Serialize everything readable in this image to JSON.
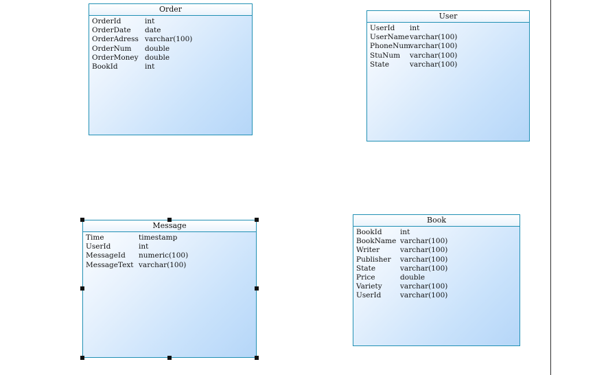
{
  "entities": {
    "order": {
      "name": "Order",
      "attributes": [
        {
          "name": "OrderId",
          "type": "int"
        },
        {
          "name": "OrderDate",
          "type": "date"
        },
        {
          "name": "OrderAdress",
          "type": "varchar(100)"
        },
        {
          "name": "OrderNum",
          "type": "double"
        },
        {
          "name": "OrderMoney",
          "type": "double"
        },
        {
          "name": "BookId",
          "type": "int"
        }
      ]
    },
    "user": {
      "name": "User",
      "attributes": [
        {
          "name": "UserId",
          "type": "int"
        },
        {
          "name": "UserName",
          "type": "varchar(100)"
        },
        {
          "name": "PhoneNum",
          "type": "varchar(100)"
        },
        {
          "name": "StuNum",
          "type": "varchar(100)"
        },
        {
          "name": "State",
          "type": "varchar(100)"
        }
      ]
    },
    "message": {
      "name": "Message",
      "selected": true,
      "attributes": [
        {
          "name": "Time",
          "type": "timestamp"
        },
        {
          "name": "UserId",
          "type": "int"
        },
        {
          "name": "MessageId",
          "type": "numeric(100)"
        },
        {
          "name": "MessageText",
          "type": "varchar(100)"
        }
      ]
    },
    "book": {
      "name": "Book",
      "attributes": [
        {
          "name": "BookId",
          "type": "int"
        },
        {
          "name": "BookName",
          "type": "varchar(100)"
        },
        {
          "name": "Writer",
          "type": "varchar(100)"
        },
        {
          "name": "Publisher",
          "type": "varchar(100)"
        },
        {
          "name": "State",
          "type": "varchar(100)"
        },
        {
          "name": "Price",
          "type": "double"
        },
        {
          "name": "Variety",
          "type": "varchar(100)"
        },
        {
          "name": "UserId",
          "type": "varchar(100)"
        }
      ]
    }
  },
  "colors": {
    "border": "#1f8fb3",
    "fill_light": "#ffffff",
    "fill_dark": "#b5d6f8",
    "handle": "#111111",
    "page_edge": "#2b2b2b"
  }
}
